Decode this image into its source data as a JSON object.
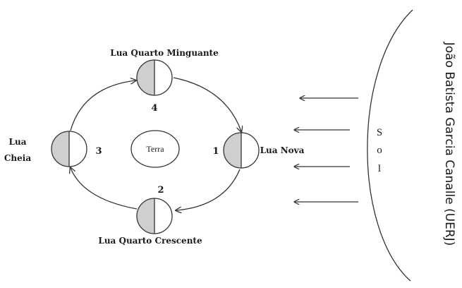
{
  "diagram": {
    "center_label": "Terra",
    "phases": [
      {
        "number": "1",
        "label": "Lua Nova"
      },
      {
        "number": "2",
        "label": "Lua Quarto Crescente"
      },
      {
        "number": "3",
        "label_line1": "Lua",
        "label_line2": "Cheia"
      },
      {
        "number": "4",
        "label": "Lua Quarto Minguante"
      }
    ],
    "sun_letters": [
      "S",
      "o",
      "l"
    ],
    "credit": "João Batista Garcia Canalle (UERJ)",
    "colors": {
      "moon_shade": "#cfcfcf",
      "stroke": "#333333",
      "text": "#1a1a1a"
    }
  }
}
